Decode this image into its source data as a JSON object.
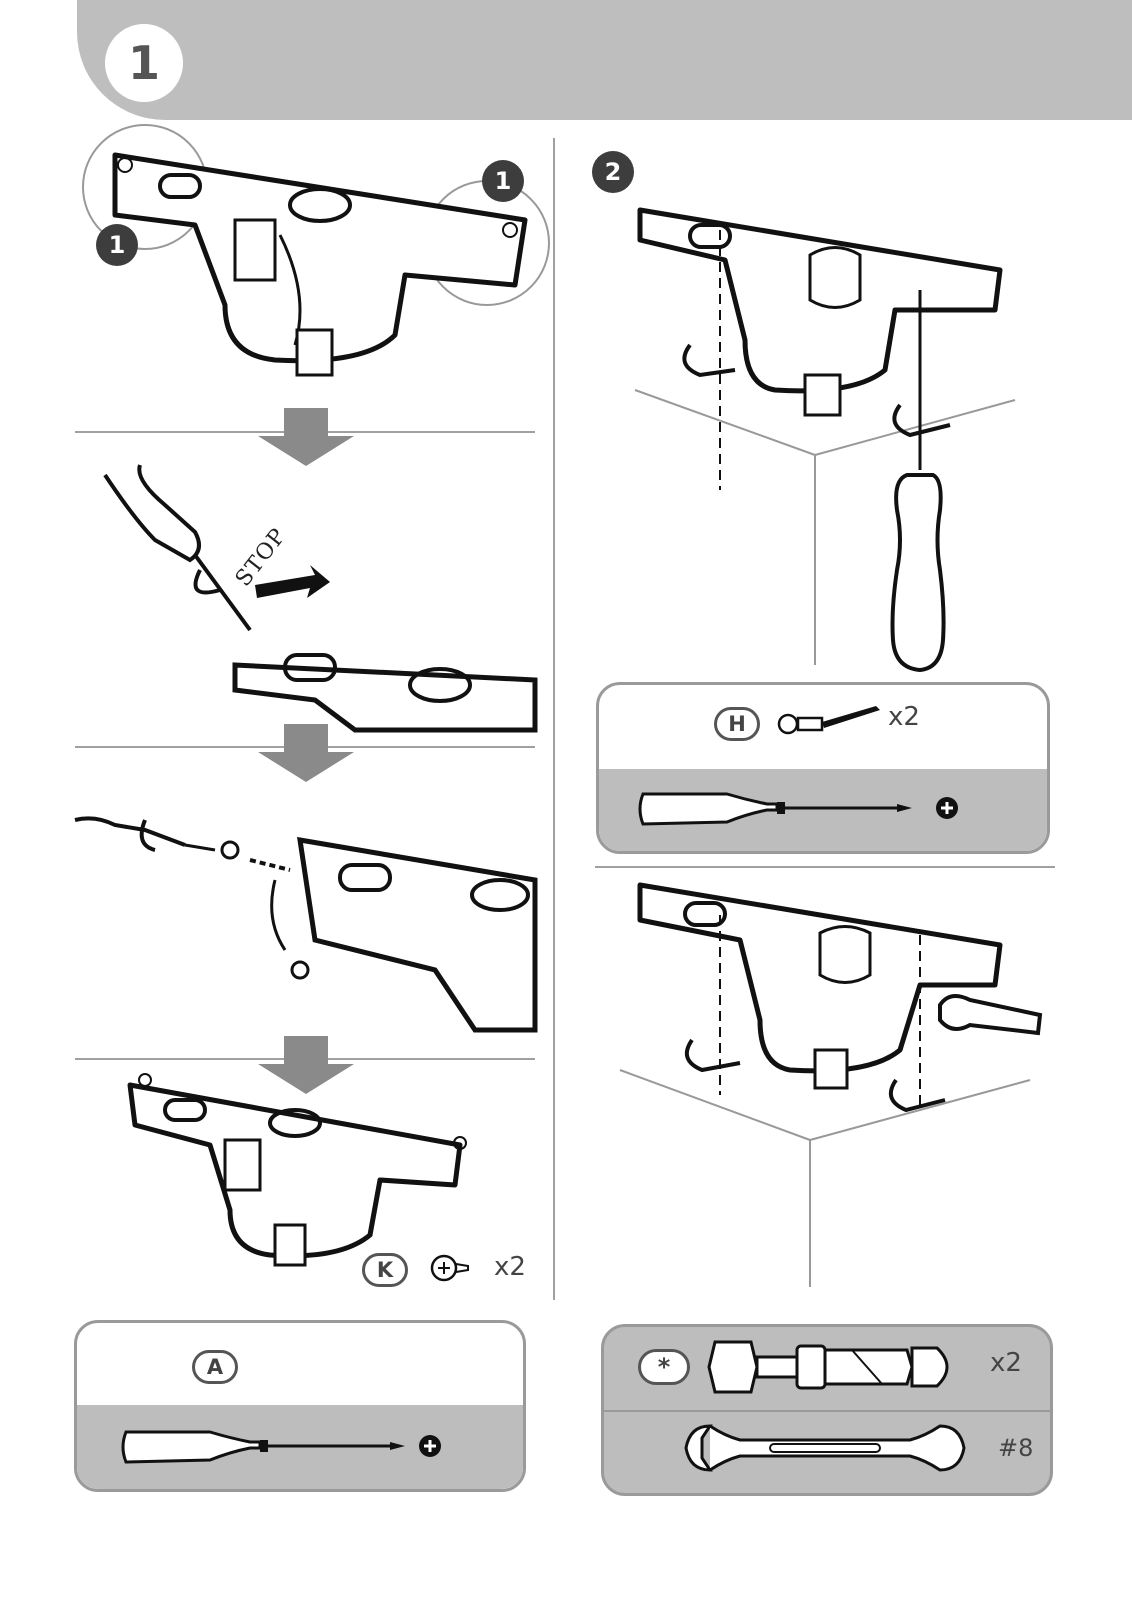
{
  "header": {
    "step_number": "1"
  },
  "callouts": {
    "left_top_a": "1",
    "left_top_b": "1",
    "right_step": "2"
  },
  "stop_label": "STOP",
  "parts": {
    "H": {
      "label": "H",
      "qty": "x2"
    },
    "K": {
      "label": "K",
      "qty": "x2"
    },
    "A": {
      "label": "A"
    },
    "star": {
      "label": "*",
      "qty": "x2",
      "wrench_size": "#8"
    }
  },
  "icons": [
    "phillips-screwdriver-icon",
    "phillips-plus-icon",
    "open-end-wrench-icon",
    "anchor-bolt-icon",
    "screw-icon",
    "lock-washer-screw-icon",
    "rotate-arrow-icon",
    "down-arrow-icon"
  ],
  "colors": {
    "header_bg": "#bebebe",
    "arrow_gray": "#8a8a8a",
    "badge_dark": "#3d3d3d",
    "tool_band": "#bdbdbd"
  }
}
